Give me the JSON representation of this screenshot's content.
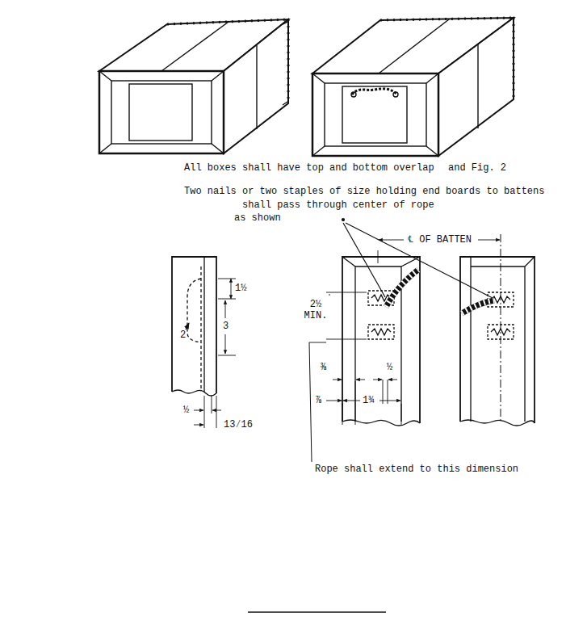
{
  "diagram": {
    "labels": [
      "All boxes shall have top and bottom overlap",
      "and Fig. 2",
      "Two nails or two staples of size holding end boards to battens",
      "shall pass through center of rope",
      "as shown",
      "℄ OF BATTEN",
      "1½",
      "3",
      "2",
      "½",
      "13⁄16",
      "2½ MIN.",
      "⅜",
      "⅞",
      "1¾",
      "½",
      "Rope shall extend to this dimension"
    ]
  }
}
